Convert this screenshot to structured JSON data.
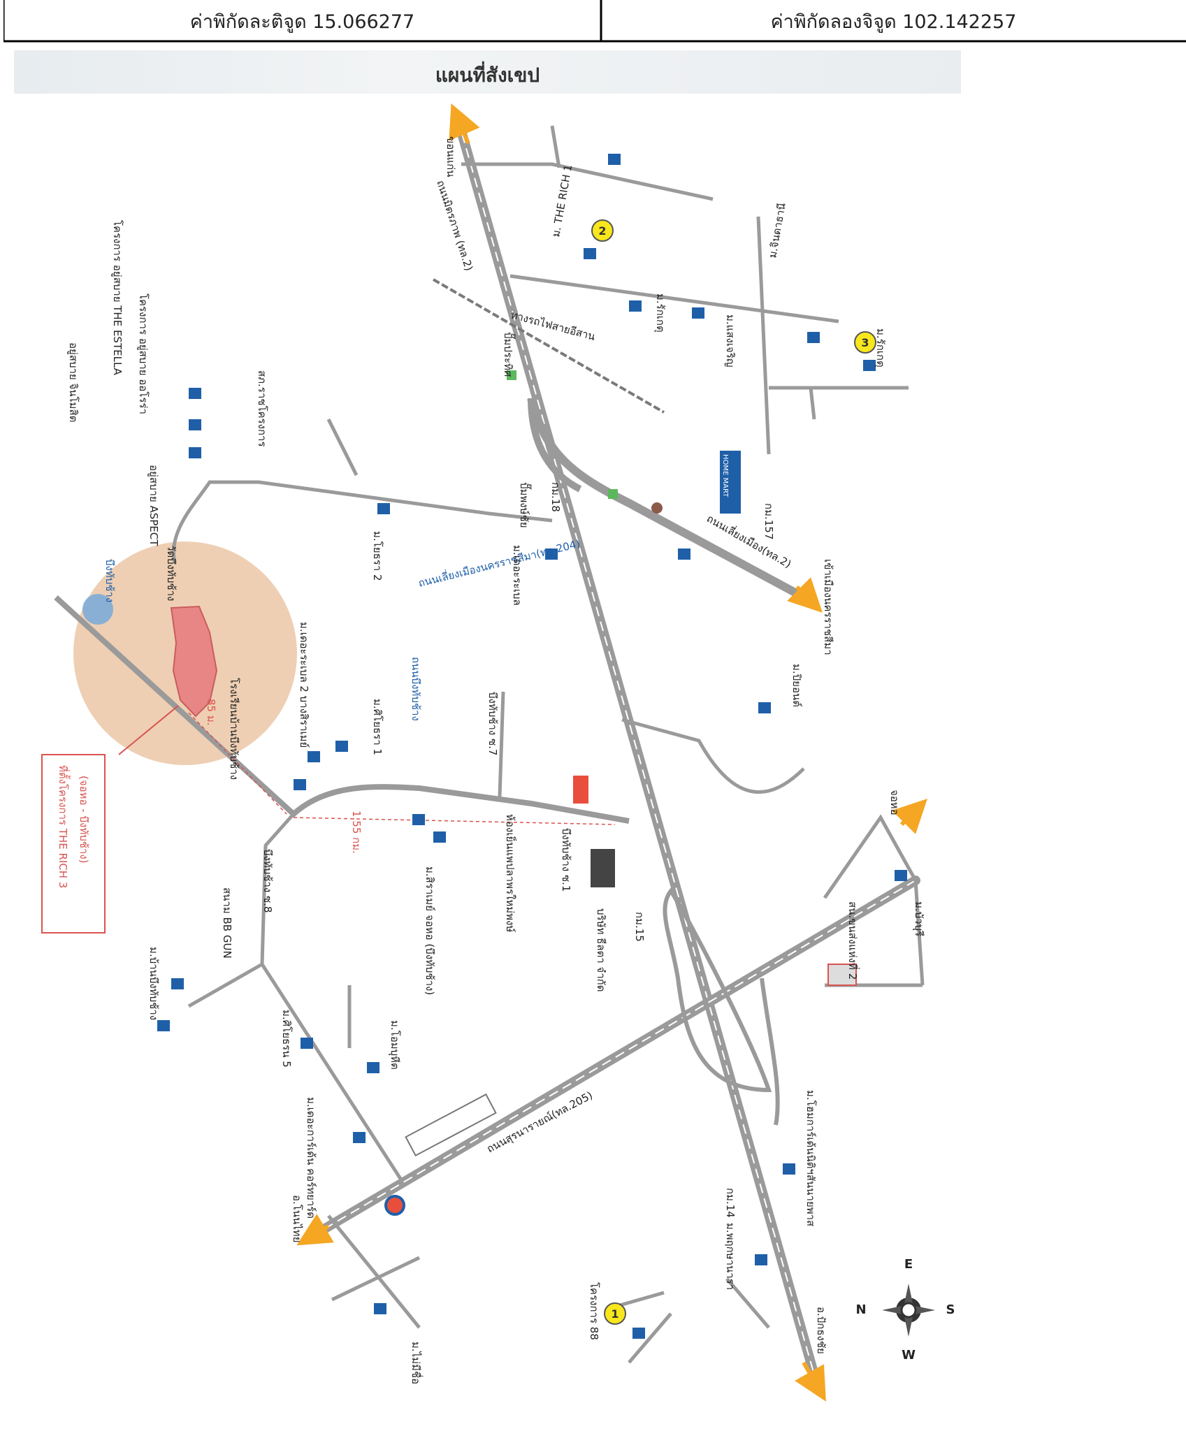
{
  "header": {
    "latitude_label": "ค่าพิกัดละติจูด 15.066277",
    "longitude_label": "ค่าพิกัดลองจิจูด 102.142257"
  },
  "map": {
    "title": "แผนที่สังเขป",
    "callout": {
      "line1": "ที่ตั้งโครงการ THE RICH 3",
      "line2": "(จอหอ - บึงทับช้าง)",
      "distance_small": "85 ม.",
      "distance_route": "1.55 กม."
    },
    "destinations": {
      "khon_kaen": "ขอนแก่น",
      "nakhon_ratchasima_city": "เข้าเมืองนครราชสีมา",
      "chok_chai": "อ.ปักธงชัย",
      "non_thai": "อ.โนนไทย",
      "chakkarat": "จอหอ"
    },
    "roads": {
      "mittraphap": "ถนนมิตรภาพ (ทล.2)",
      "bypass": "ถนนเลี่ยงเมือง(ทล.2)",
      "nakhon_ratchasima_bypass": "ถนนเลี่ยงเมืองนครราชสีมา(ทล.204)",
      "suranarai": "ถนนสุรนารายณ์(ทล.205)",
      "bueng_thap_chang": "ถนนบึงทับช้าง",
      "soi_7": "บึงทับช้าง ซ.7",
      "soi_1": "บึงทับช้าง ซ.1",
      "soi_8": "บึงทับช้าง ซ.8",
      "railway": "ทางรถไฟสายอีสาน"
    },
    "landmarks": {
      "the_rich_1": "ม. THE RICH 1",
      "rak_ket": "ม.รักเกตุ",
      "rak_ket_2": "ม.รักเกตุ",
      "jin_thana": "ม.จินดาธานี",
      "ban_seng": "ม.แสงเจริญ",
      "the_estella": "โครงการ อยู่สบาย THE ESTELLA",
      "yu_sabai_jinda": "อยู่สบาย จินโมสิต",
      "yu_sabai_orawa": "โครงการ อยู่สบาย ออโรร่า",
      "aspect": "อยู่สบาย ASPECT",
      "yodsra_2": "ม.โยธรา 2",
      "yodsra_1": "ม.ศิโยธรา 1",
      "de_ratchaphruek": "ม.เดอะระเบล 2 บางสิราเมย์",
      "ban_bueng": "ม.บ้านบึงทับช้าง",
      "sirawit": "ม.สิราเมย์ จอหอ (บึงทับช้าง)",
      "sino_5": "ม.ศิโยธรน 5",
      "muang_phuket": "ม.โอมบุหีต",
      "the_garden": "ม.เดอะการ์เด้น คอร์ทยาร์ด",
      "mai_mi": "ม.ไม่มีชื่อ",
      "phruksa": "ม.พฤกษานารา",
      "home_garden": "ม.โฮมการ์เด้นนิติฯสันนายพาส",
      "project_88": "โครงการ 88",
      "boonnon": "ม.บัวบุรี",
      "pak_phon": "ม.ปิยอนต์",
      "de_ratchaphruek_2": "ม.เดอะระเบล",
      "bb_gun": "สนาม BB GUN",
      "company": "บริษัท ธีลตา จำกัด",
      "hospital": "ห้องเย็นแพปลาพรใหม่พงษ์",
      "school": "โรงเรียนบ้านบึงทับช้าง",
      "police": "สน.ขนส่งแห่งที่ 2",
      "temple": "วัดบึงทับช้าง",
      "pond": "บึงทับช้าง",
      "km18": "กม.18",
      "km15": "กม.15",
      "km14": "กม.14",
      "km157": "กม.157",
      "pump1": "ปั๊มประทิศ",
      "pump2": "ปั๊มพงษ์ชัย",
      "home_mart": "HOME MART",
      "police_box": "สภ.ราชโครงการ"
    },
    "markers": [
      "1",
      "2",
      "3"
    ],
    "compass": {
      "n": "N",
      "e": "E",
      "s": "S",
      "w": "W"
    },
    "colors": {
      "road": "#9a9a9a",
      "road_dark": "#7a7a7a",
      "highlight_circle": "#ebc7a6",
      "project_area": "#e6747a",
      "callout_border": "#d9534f",
      "label_blue": "#1f5fa8",
      "arrow_orange": "#f5a623",
      "marker_yellow": "#f8e71c"
    }
  }
}
